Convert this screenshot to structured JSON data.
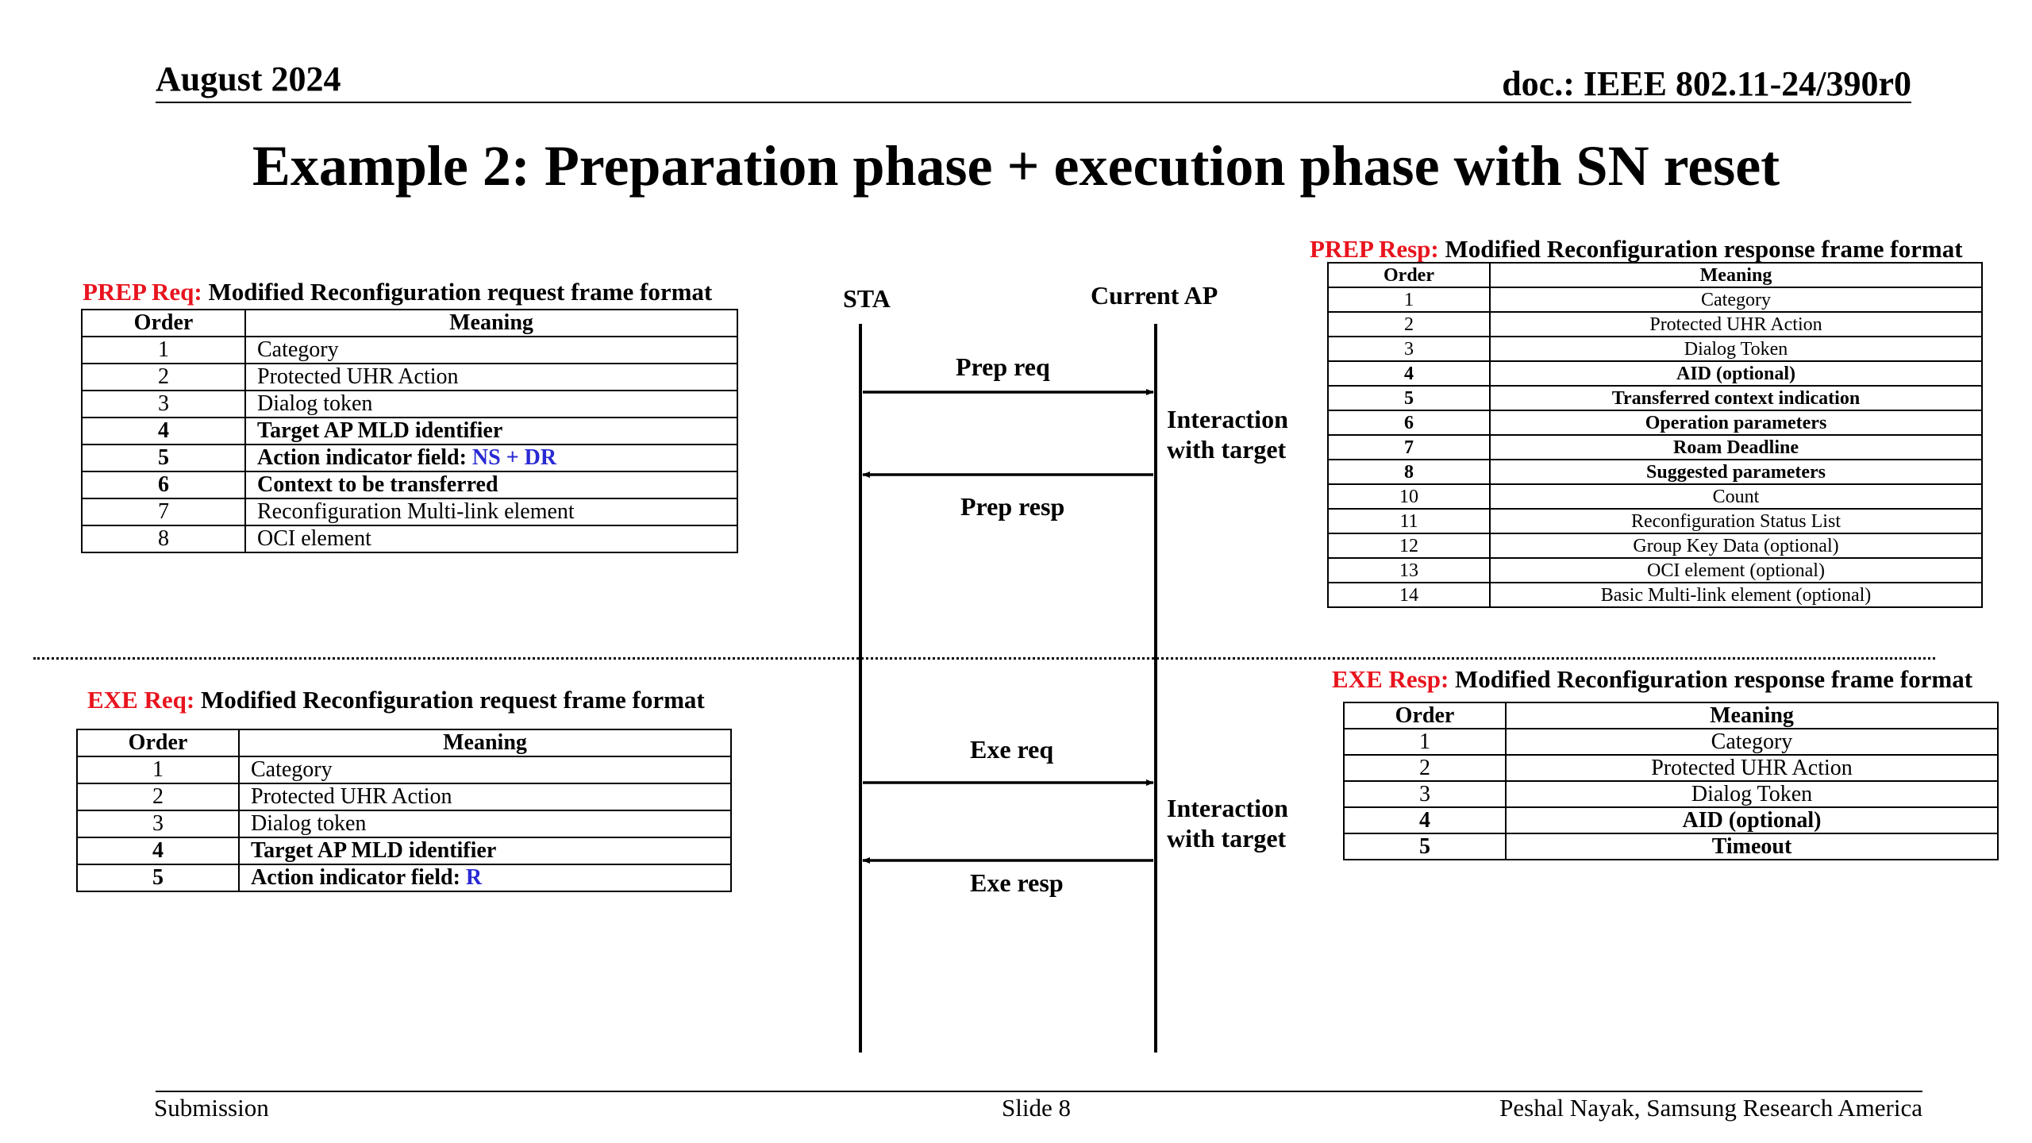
{
  "header": {
    "date": "August 2024",
    "doc_id": "doc.: IEEE 802.11-24/390r0"
  },
  "slide_title": "Example 2: Preparation phase + execution phase with SN reset",
  "prep_req": {
    "tag": "PREP Req:",
    "caption": " Modified Reconfiguration request frame format",
    "columns": [
      "Order",
      "Meaning"
    ],
    "rows": [
      {
        "order": "1",
        "meaning": "Category",
        "bold": false
      },
      {
        "order": "2",
        "meaning": "Protected UHR Action",
        "bold": false
      },
      {
        "order": "3",
        "meaning": "Dialog token",
        "bold": false
      },
      {
        "order": "4",
        "meaning": "Target AP MLD identifier",
        "bold": true
      },
      {
        "order": "5",
        "meaning": "Action indicator field: ",
        "highlight": "NS + DR",
        "bold": true
      },
      {
        "order": "6",
        "meaning": "Context to be transferred",
        "bold": true
      },
      {
        "order": "7",
        "meaning": "Reconfiguration Multi-link element",
        "bold": false
      },
      {
        "order": "8",
        "meaning": "OCI element",
        "bold": false
      }
    ]
  },
  "exe_req": {
    "tag": "EXE Req:",
    "caption": " Modified Reconfiguration request frame format",
    "columns": [
      "Order",
      "Meaning"
    ],
    "rows": [
      {
        "order": "1",
        "meaning": "Category",
        "bold": false
      },
      {
        "order": "2",
        "meaning": "Protected UHR Action",
        "bold": false
      },
      {
        "order": "3",
        "meaning": "Dialog token",
        "bold": false
      },
      {
        "order": "4",
        "meaning": "Target AP MLD identifier",
        "bold": true
      },
      {
        "order": "5",
        "meaning": "Action indicator field: ",
        "highlight": "R",
        "bold": true
      }
    ]
  },
  "prep_resp": {
    "tag": "PREP Resp:",
    "caption": " Modified Reconfiguration response frame format",
    "columns": [
      "Order",
      "Meaning"
    ],
    "rows": [
      {
        "order": "1",
        "meaning": "Category",
        "bold": false
      },
      {
        "order": "2",
        "meaning": "Protected UHR Action",
        "bold": false
      },
      {
        "order": "3",
        "meaning": "Dialog Token",
        "bold": false
      },
      {
        "order": "4",
        "meaning": "AID (optional)",
        "bold": true
      },
      {
        "order": "5",
        "meaning": "Transferred context indication",
        "bold": true
      },
      {
        "order": "6",
        "meaning": "Operation parameters",
        "bold": true
      },
      {
        "order": "7",
        "meaning": "Roam Deadline",
        "bold": true
      },
      {
        "order": "8",
        "meaning": "Suggested parameters",
        "bold": true
      },
      {
        "order": "10",
        "meaning": "Count",
        "bold": false
      },
      {
        "order": "11",
        "meaning": "Reconfiguration Status List",
        "bold": false
      },
      {
        "order": "12",
        "meaning": "Group Key Data (optional)",
        "bold": false
      },
      {
        "order": "13",
        "meaning": "OCI element (optional)",
        "bold": false
      },
      {
        "order": "14",
        "meaning": "Basic Multi-link element (optional)",
        "bold": false
      }
    ]
  },
  "exe_resp": {
    "tag": "EXE Resp:",
    "caption": " Modified Reconfiguration response frame format",
    "columns": [
      "Order",
      "Meaning"
    ],
    "rows": [
      {
        "order": "1",
        "meaning": "Category",
        "bold": false
      },
      {
        "order": "2",
        "meaning": "Protected UHR Action",
        "bold": false
      },
      {
        "order": "3",
        "meaning": "Dialog Token",
        "bold": false
      },
      {
        "order": "4",
        "meaning": "AID (optional)",
        "bold": true
      },
      {
        "order": "5",
        "meaning": "Timeout",
        "bold": true
      }
    ]
  },
  "sequence": {
    "entity_sta": "STA",
    "entity_ap": "Current AP",
    "prep_req": "Prep req",
    "prep_resp": "Prep resp",
    "exe_req": "Exe req",
    "exe_resp": "Exe resp",
    "interaction_1a": "Interaction",
    "interaction_1b": "with target",
    "interaction_2a": "Interaction",
    "interaction_2b": "with target"
  },
  "footer": {
    "left": "Submission",
    "center": "Slide 8",
    "right": "Peshal Nayak, Samsung Research America"
  },
  "colors": {
    "tag_red": "#e8141e",
    "highlight_blue": "#2a2ad4"
  }
}
